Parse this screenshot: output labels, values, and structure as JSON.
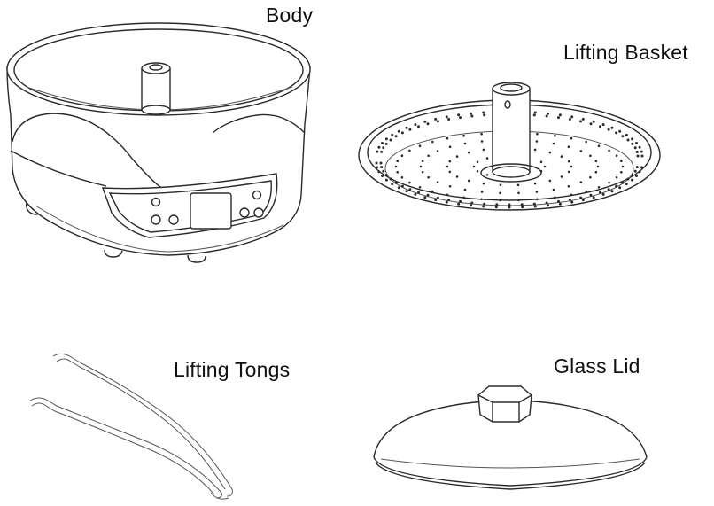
{
  "labels": {
    "body": "Body",
    "lifting_basket": "Lifting Basket",
    "lifting_tongs": "Lifting Tongs",
    "glass_lid": "Glass Lid"
  },
  "colors": {
    "line": "#2a2a2a",
    "background": "#ffffff"
  }
}
